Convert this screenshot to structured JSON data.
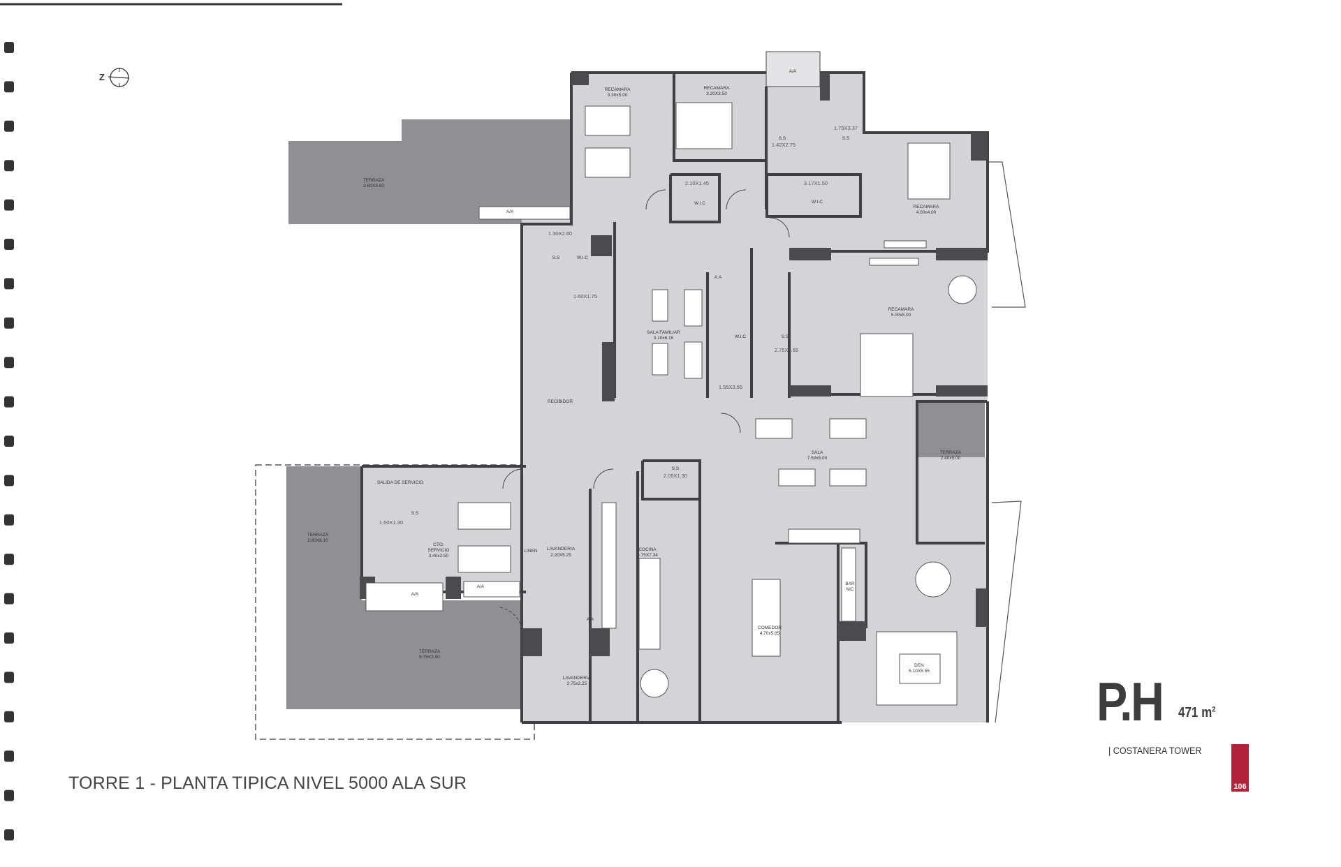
{
  "document": {
    "title": "TORRE 1 - PLANTA TIPICA NIVEL 5000 ALA SUR",
    "unit_type": "P.H",
    "area_value": "471 m",
    "area_sup": "2",
    "building": "| COSTANERA TOWER",
    "page_number": "106",
    "compass_letter": "Z",
    "accent_color": "#b0233a"
  },
  "rooms": {
    "rec1": {
      "name": "RECAMARA",
      "dim": "3.30x5.00"
    },
    "rec2": {
      "name": "RECAMARA",
      "dim": "3.20X3.50"
    },
    "ss1": {
      "name": "S.S",
      "dim": "1.42X2.75"
    },
    "ss2": {
      "name": "S.S",
      "dim": "1.75X3.37"
    },
    "wic1": {
      "name": "W.I.C",
      "dim": "2.10X1.45"
    },
    "wic2": {
      "name": "W.I.C",
      "dim": "3.17X1.50"
    },
    "rec3": {
      "name": "RECAMARA",
      "dim": "4.00x4.00"
    },
    "terraza_top": {
      "name": "TERRAZA",
      "dim": "2.80X3.60"
    },
    "aa_top": "A/A",
    "ss3": {
      "name": "S.S",
      "dim": "1.30X2.80"
    },
    "wic3": {
      "name": "W.I.C",
      "dim": "1.60X1.75"
    },
    "sala_familiar": {
      "name": "SALA FAMILIAR",
      "dim": "3.10x6.15"
    },
    "aa_mid": "A.A",
    "wic4": {
      "name": "W.I.C",
      "dim": "1.55X3.65"
    },
    "ss4": {
      "name": "S.S",
      "dim": "2.75X3.65"
    },
    "rec_master": {
      "name": "RECAMARA",
      "dim": "5.00x5.00"
    },
    "recibidor": "RECIBIDOR",
    "sala": {
      "name": "SALA",
      "dim": "7.50x5.00"
    },
    "terraza_right": {
      "name": "TERRAZA",
      "dim": "2.40x5.00"
    },
    "ss5": {
      "name": "S.S",
      "dim": "2.05X1.30"
    },
    "salida": "SALIDA DE SERVICIO",
    "ss6": {
      "name": "S.S",
      "dim": "1.50X1.30"
    },
    "cto_servicio": {
      "name1": "CTO.",
      "name2": "SERVICIO",
      "dim": "3.40x2.50"
    },
    "linen": "LINEN",
    "lavanderia1": {
      "name": "LAVANDERIA",
      "dim": "2.20X5.25"
    },
    "cocina": {
      "name": "COCINA",
      "dim": "3.75X7.34"
    },
    "terraza_left": {
      "name": "TERRAZA",
      "dim": "2.80X8.10"
    },
    "aa_serv1": "A/A",
    "aa_serv2": "A/A",
    "aa_lav": "A.A",
    "bar": {
      "name1": "BAR",
      "name2": "NIC"
    },
    "comedor": {
      "name": "COMEDOR",
      "dim": "4.70x5.85"
    },
    "den": {
      "name": "DEN",
      "dim": "5.10X5.55"
    },
    "terraza_bottom": {
      "name": "TERRAZA",
      "dim": "5.75X3.90"
    },
    "lavanderia2": {
      "name": "LAVANDERIA",
      "dim": "2.75x2.25"
    },
    "aa_duct": "A/A"
  }
}
